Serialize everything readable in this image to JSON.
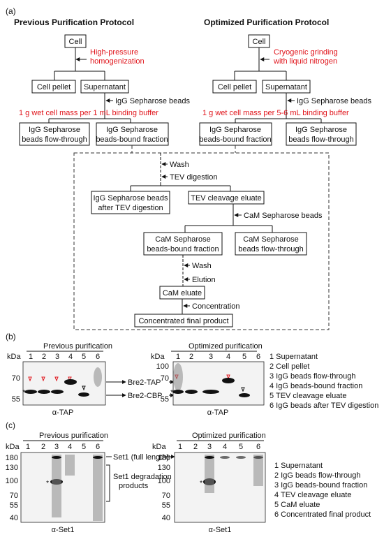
{
  "panel_a": {
    "label": "(a)",
    "left_title": "Previous Purification Protocol",
    "right_title": "Optimized Purification Protocol",
    "left": {
      "cell": "Cell",
      "lysis_note_1": "High-pressure",
      "lysis_note_2": "homogenization",
      "pellet": "Cell pellet",
      "supernatant": "Supernatant",
      "beads_note": "IgG Sepharose beads",
      "ratio_note": "1 g wet cell mass per 1 mL binding buffer",
      "flow_through_1": "IgG Sepharose",
      "flow_through_2": "beads flow-through",
      "bound_1": "IgG Sepharose",
      "bound_2": "beads-bound fraction"
    },
    "right": {
      "cell": "Cell",
      "lysis_note_1": "Cryogenic grinding",
      "lysis_note_2": "with liquid nitrogen",
      "pellet": "Cell pellet",
      "supernatant": "Supernatant",
      "beads_note": "IgG Sepharose beads",
      "ratio_note": "1 g wet cell mass per 5-6 mL binding buffer",
      "bound_1": "IgG Sepharose",
      "bound_2": "beads-bound fraction",
      "flow_through_1": "IgG Sepharose",
      "flow_through_2": "beads flow-through"
    },
    "common": {
      "wash": "Wash",
      "tev_digestion": "TEV digestion",
      "igg_after_tev_1": "IgG Sepharose beads",
      "igg_after_tev_2": "after TEV digestion",
      "tev_eluate": "TEV cleavage eluate",
      "cam_beads": "CaM Sepharose beads",
      "cam_bound_1": "CaM Sepharose",
      "cam_bound_2": "beads-bound fraction",
      "cam_flow_1": "CaM Sepharose",
      "cam_flow_2": "beads flow-through",
      "wash2": "Wash",
      "elution": "Elution",
      "cam_eluate": "CaM eluate",
      "concentration": "Concentration",
      "final": "Concentrated final product"
    }
  },
  "panel_b": {
    "label": "(b)",
    "left_title": "Previous purification",
    "right_title": "Optimized purification",
    "kda": "kDa",
    "markers": [
      "100",
      "70",
      "55"
    ],
    "lanes": [
      "1",
      "2",
      "3",
      "4",
      "5",
      "6"
    ],
    "asterisk": "*",
    "antibody_left": "α-TAP",
    "antibody_right": "α-TAP",
    "arrow_top": "Bre2-TAP",
    "arrow_bottom": "Bre2-CBP",
    "legend": [
      "1 Supernatant",
      "2 Cell pellet",
      "3 IgG beads flow-through",
      "4 IgG beads-bound fraction",
      "5 TEV cleavage eluate",
      "6 IgG beads after TEV digestion"
    ]
  },
  "panel_c": {
    "label": "(c)",
    "left_title": "Previous purification",
    "right_title": "Optimized purification",
    "kda": "kDa",
    "markers": [
      "180",
      "130",
      "100",
      "70",
      "55",
      "40"
    ],
    "lanes": [
      "1",
      "2",
      "3",
      "4",
      "5",
      "6"
    ],
    "asterisk": "*",
    "antibody_left": "α-Set1",
    "antibody_right": "α-Set1",
    "set1_full": "Set1 (full length)",
    "degradation_1": "Set1 degradation",
    "degradation_2": "products",
    "legend": [
      "1 Supernatant",
      "2 IgG beads flow-through",
      "3 IgG beads-bound fraction",
      "4 TEV cleavage eluate",
      "5 CaM eluate",
      "6 Concentrated final product"
    ]
  }
}
